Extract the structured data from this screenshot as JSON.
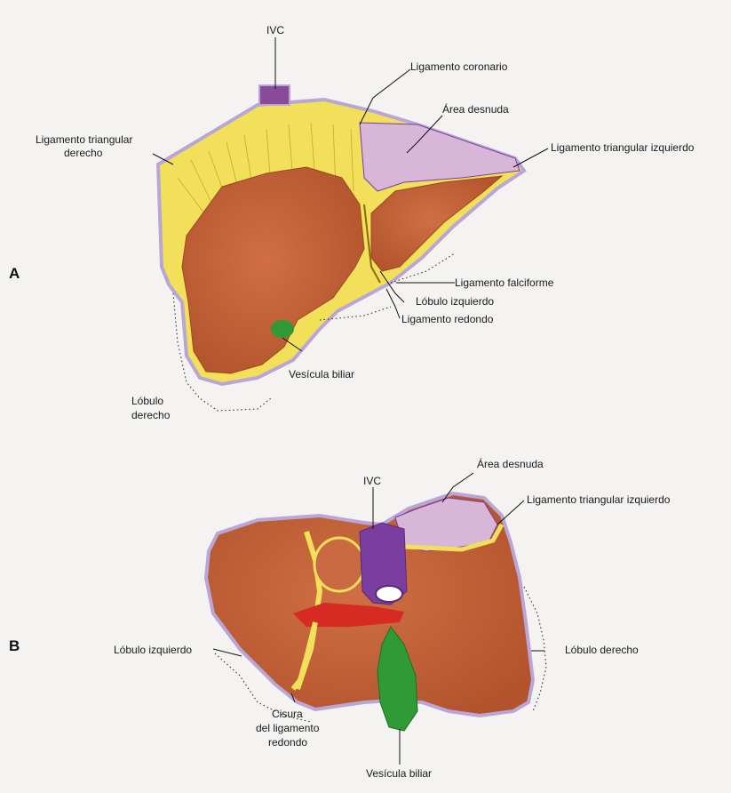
{
  "panels": {
    "a": "A",
    "b": "B"
  },
  "labels_a": {
    "ivc": "IVC",
    "ligamento_coronario": "Ligamento coronario",
    "area_desnuda": "Área desnuda",
    "ligamento_triangular_derecho_1": "Ligamento triangular",
    "ligamento_triangular_derecho_2": "derecho",
    "ligamento_triangular_izquierdo": "Ligamento triangular izquierdo",
    "ligamento_falciforme": "Ligamento falciforme",
    "lobulo_izquierdo": "Lóbulo izquierdo",
    "ligamento_redondo": "Ligamento redondo",
    "vesicula_biliar": "Vesícula biliar",
    "lobulo_derecho_1": "Lóbulo",
    "lobulo_derecho_2": "derecho"
  },
  "labels_b": {
    "area_desnuda": "Área desnuda",
    "ivc": "IVC",
    "ligamento_triangular_izquierdo": "Ligamento triangular izquierdo",
    "lobulo_izquierdo": "Lóbulo izquierdo",
    "lobulo_derecho": "Lóbulo derecho",
    "cisura_1": "Cisura",
    "cisura_2": "del ligamento",
    "cisura_3": "redondo",
    "vesicula_biliar": "Vesícula biliar"
  },
  "colors": {
    "liver": "#c8643a",
    "liver_dark": "#a84a2a",
    "yellow": "#f2df5a",
    "purple_bare": "#d7b6d8",
    "purple_ivc": "#7a3ea0",
    "green": "#2f9a36",
    "red": "#d62a22",
    "outline": "#b9a6d6"
  }
}
